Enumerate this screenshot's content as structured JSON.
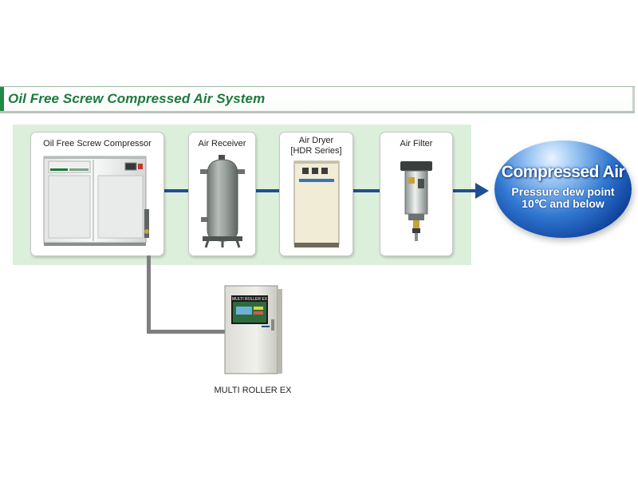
{
  "title": "Oil Free Screw Compressed Air System",
  "components": {
    "compressor": {
      "label": "Oil Free Screw Compressor"
    },
    "receiver": {
      "label": "Air Receiver"
    },
    "dryer": {
      "label_line1": "Air Dryer",
      "label_line2": "[HDR Series]"
    },
    "filter": {
      "label": "Air Filter"
    }
  },
  "controller": {
    "label": "MULTI ROLLER EX",
    "screen_text": "MULTI ROLLER EX"
  },
  "output": {
    "heading": "Compressed Air",
    "description": "Pressure dew point 10℃ and below"
  },
  "colors": {
    "title_green": "#1c7a3c",
    "flow_band": "#dcefdb",
    "connector_blue": "#1e4f8f",
    "control_line_gray": "#7f7f7f",
    "bubble_blue": "#2f76cf"
  }
}
